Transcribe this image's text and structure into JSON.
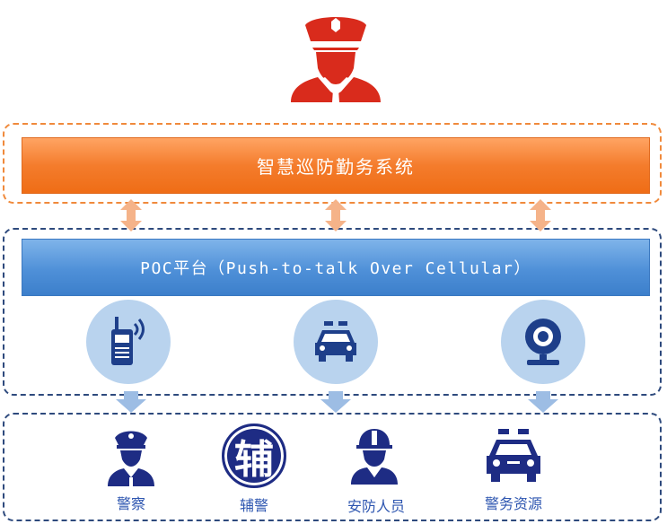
{
  "top_system": {
    "label": "智慧巡防勤务系统"
  },
  "platform": {
    "label": "POC平台（Push-to-talk Over Cellular）"
  },
  "terminals": [
    {
      "icon": "walkie-talkie-icon"
    },
    {
      "icon": "police-car-icon"
    },
    {
      "icon": "webcam-icon"
    }
  ],
  "resources": [
    {
      "icon": "police-officer-icon",
      "label": "警察"
    },
    {
      "icon": "auxiliary-badge-icon",
      "badge_text": "辅",
      "label": "辅警"
    },
    {
      "icon": "security-guard-icon",
      "label": "安防人员"
    },
    {
      "icon": "police-car-icon",
      "label": "警务资源"
    }
  ],
  "colors": {
    "orange": "#f47c2c",
    "blue": "#4f90d8",
    "navy": "#1e2c84",
    "red": "#d92b1c"
  }
}
